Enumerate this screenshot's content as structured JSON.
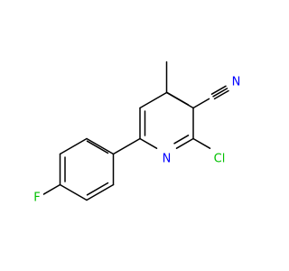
{
  "atoms": {
    "nitrile_N": {
      "label": "N",
      "color": "#0000ff"
    },
    "ring_N": {
      "label": "N",
      "color": "#0000ff"
    },
    "chlorine": {
      "label": "Cl",
      "color": "#00c000"
    },
    "fluorine": {
      "label": "F",
      "color": "#00c000"
    }
  },
  "colors": {
    "bond": "#000000",
    "background": "#ffffff"
  }
}
